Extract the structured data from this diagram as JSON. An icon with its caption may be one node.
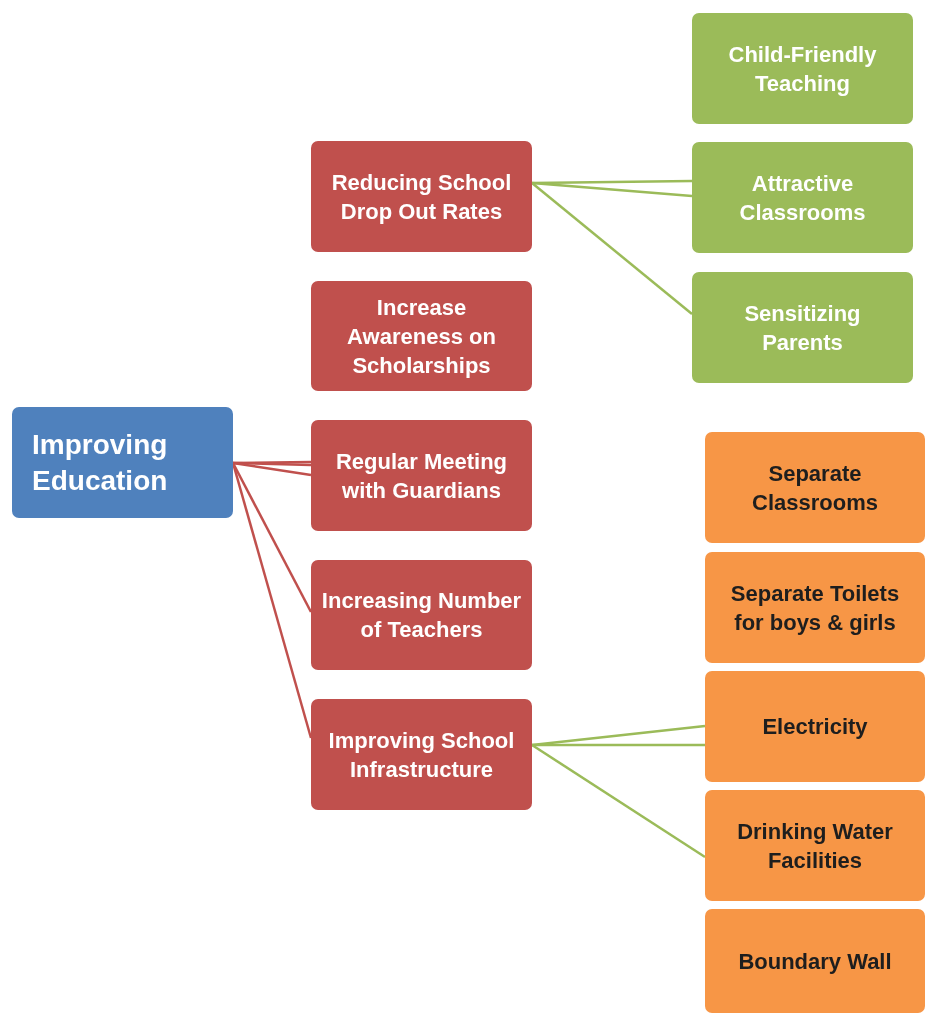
{
  "diagram": {
    "nodes": [
      {
        "text": [
          "Improving Education"
        ]
      },
      {
        "text": [
          "Reducing School Drop Out Rates"
        ]
      },
      {
        "text": [
          "Increase Awareness on Scholarships"
        ]
      },
      {
        "text": [
          "Regular Meeting with Guardians"
        ]
      },
      {
        "text": [
          "Increasing Number of Teachers"
        ]
      },
      {
        "text": [
          "Improving School Infrastructure"
        ]
      },
      {
        "text": [
          "Child-Friendly Teaching"
        ]
      },
      {
        "text": [
          "Attractive Classrooms"
        ]
      },
      {
        "text": [
          "Sensitizing Parents"
        ]
      },
      {
        "text": [
          "Separate Classrooms"
        ]
      },
      {
        "text": [
          "Separate Toilets for boys & girls"
        ]
      },
      {
        "text": [
          "Electricity"
        ]
      },
      {
        "text": [
          "Drinking Water Facilities"
        ]
      },
      {
        "text": [
          "Boundary Wall"
        ]
      }
    ],
    "edges": [
      {
        "from": 0,
        "to": 3,
        "arrow": "none",
        "color": "#c0504d"
      },
      {
        "from": 0,
        "to": 3,
        "arrow": "none",
        "color": "#c0504d"
      },
      {
        "from": 0,
        "to": 3,
        "arrow": "none",
        "color": "#c0504d"
      },
      {
        "from": 0,
        "to": 4,
        "arrow": "none",
        "color": "#c0504d"
      },
      {
        "from": 0,
        "to": 5,
        "arrow": "none",
        "color": "#c0504d"
      },
      {
        "from": 1,
        "to": 7,
        "arrow": "none"
      },
      {
        "from": 1,
        "to": 7,
        "arrow": "none"
      },
      {
        "from": 1,
        "to": 8,
        "arrow": "none"
      },
      {
        "from": 5,
        "to": 11,
        "arrow": "none"
      },
      {
        "from": 5,
        "to": 11,
        "arrow": "none"
      },
      {
        "from": 5,
        "to": 12,
        "arrow": "none"
      }
    ]
  }
}
